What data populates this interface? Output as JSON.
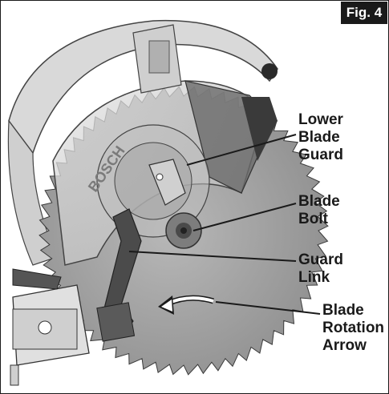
{
  "figure": {
    "tag": "Fig. 4",
    "brand_mark": "BOSCH"
  },
  "callouts": {
    "lower_blade_guard": [
      "Lower",
      "Blade",
      "Guard"
    ],
    "blade_bolt": [
      "Blade",
      "Bolt"
    ],
    "guard_link": [
      "Guard",
      "Link"
    ],
    "blade_rotation_arrow": [
      "Blade",
      "Rotation",
      "Arrow"
    ]
  },
  "colors": {
    "ink": "#1a1a1a",
    "metal_light": "#c8c8c8",
    "metal_mid": "#9a9a9a",
    "metal_dark": "#555555"
  }
}
